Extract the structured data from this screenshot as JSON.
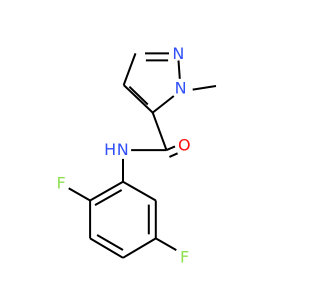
{
  "molecule": {
    "atoms": {
      "n1": "N",
      "n2": "N",
      "o": "O",
      "nh": "N",
      "h": "H",
      "f1": "F",
      "f2": "F"
    },
    "colors": {
      "nitrogen": "#3050F8",
      "oxygen": "#FF0D0D",
      "fluorine": "#90E050",
      "bond": "#000000"
    }
  }
}
